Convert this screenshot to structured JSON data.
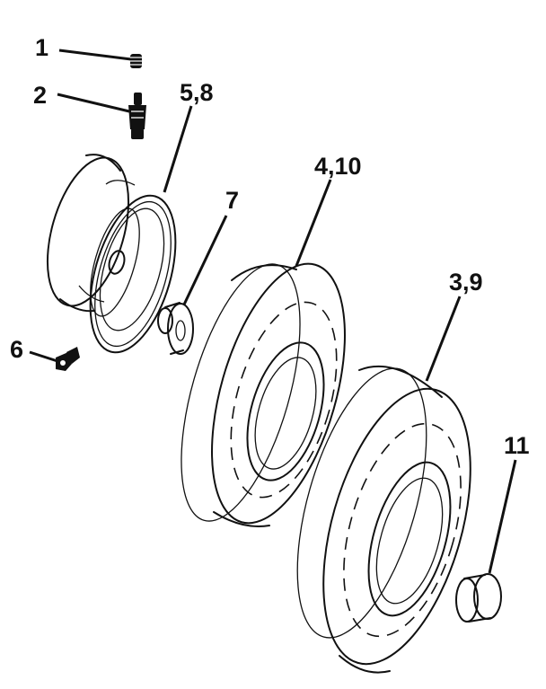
{
  "callouts": {
    "c1": "1",
    "c2": "2",
    "c58": "5,8",
    "c7": "7",
    "c410": "4,10",
    "c39": "3,9",
    "c6": "6",
    "c11": "11"
  }
}
